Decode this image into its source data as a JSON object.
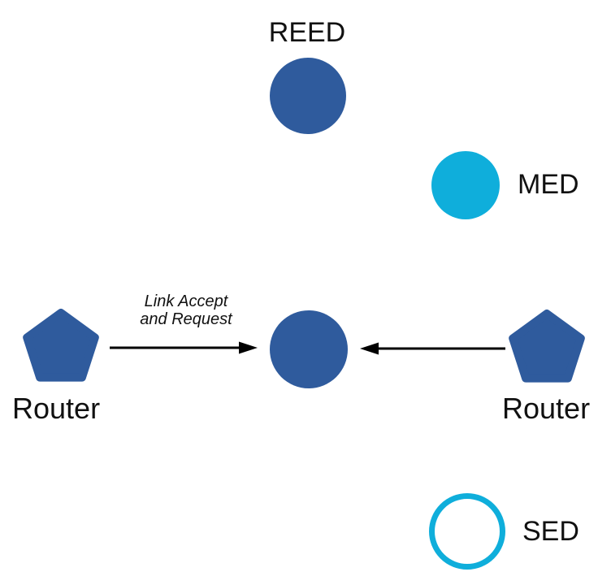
{
  "colors": {
    "node_primary": "#2F5B9D",
    "node_accent": "#0FAEDB",
    "arrow": "#000000",
    "label_text": "#111111"
  },
  "nodes": {
    "reed": {
      "label": "REED",
      "shape": "filled-circle"
    },
    "med": {
      "label": "MED",
      "shape": "filled-circle"
    },
    "sed": {
      "label": "SED",
      "shape": "outlined-circle"
    },
    "parent": {
      "label": "",
      "shape": "filled-circle"
    },
    "router_left": {
      "label": "Router",
      "shape": "pentagon"
    },
    "router_right": {
      "label": "Router",
      "shape": "pentagon"
    }
  },
  "edges": {
    "left_router_to_parent": {
      "label_line1": "Link Accept",
      "label_line2": "and Request",
      "direction": "right"
    },
    "right_router_to_parent": {
      "direction": "left"
    }
  }
}
